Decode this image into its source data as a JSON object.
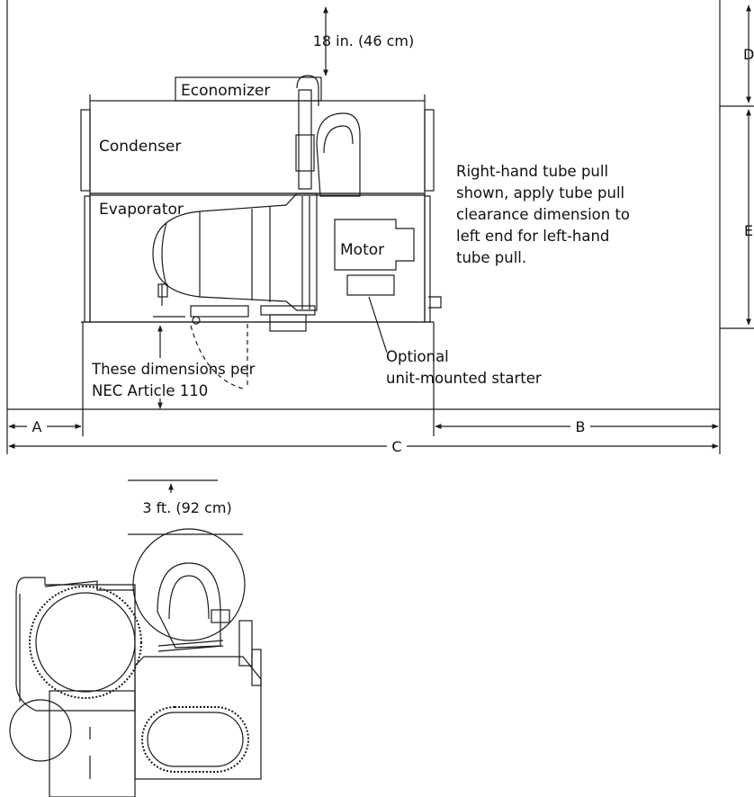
{
  "labels": {
    "top_clearance": "18 in. (46 cm)",
    "economizer": "Economizer",
    "condenser": "Condenser",
    "evaporator": "Evaporator",
    "motor": "Motor",
    "tube_pull_note": [
      "Right-hand tube pull",
      "shown, apply tube pull",
      "clearance dimension to",
      "left end for left-hand",
      "tube pull."
    ],
    "nec_note": [
      "These dimensions per",
      "NEC Article 110"
    ],
    "starter_note": [
      "Optional",
      "unit-mounted starter"
    ],
    "dim_a": "A",
    "dim_b": "B",
    "dim_c": "C",
    "dim_d": "D",
    "dim_e": "E",
    "end_clearance": "3 ft. (92 cm)"
  },
  "colors": {
    "line": "#1a1a1a",
    "fill": "#ffffff",
    "gray": "#d9d9d9"
  }
}
